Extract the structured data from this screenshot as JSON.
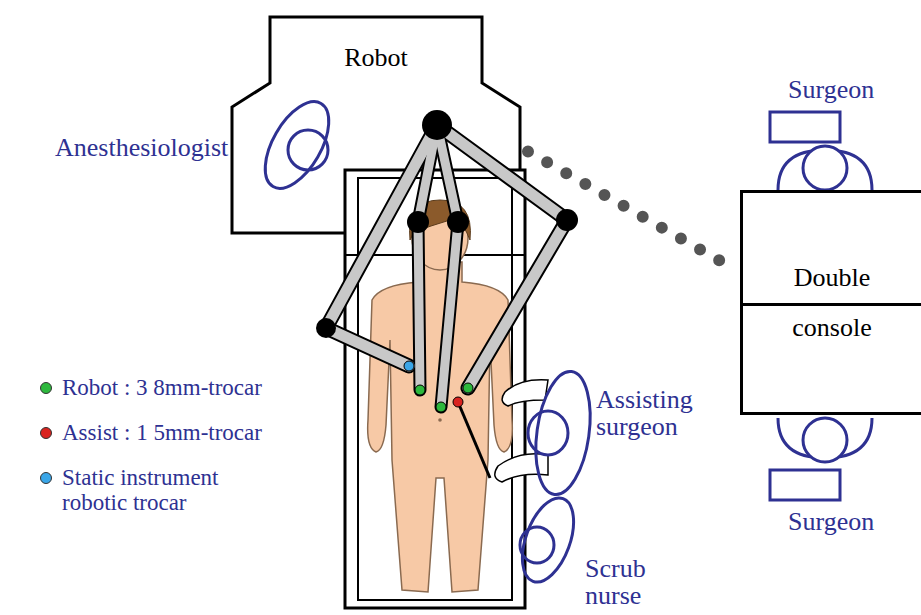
{
  "diagram": {
    "nodes": [
      {
        "text": [
          "Robot"
        ]
      },
      {
        "text": [
          "Double",
          "console"
        ]
      }
    ],
    "edges": [
      {
        "from": 0,
        "to": 1,
        "arrow": "none"
      }
    ],
    "labels": [
      "Anesthesiologist",
      "Surgeon",
      "Surgeon",
      "Assisting surgeon",
      "Scrub nurse"
    ],
    "legend": [
      {
        "text": "Robot : 3 8mm-trocar",
        "color": "#2db83d"
      },
      {
        "text": "Assist : 1 5mm-trocar",
        "color": "#d9231f"
      },
      {
        "text": "Static instrument robotic trocar",
        "color": "#3aa6e8"
      }
    ]
  }
}
